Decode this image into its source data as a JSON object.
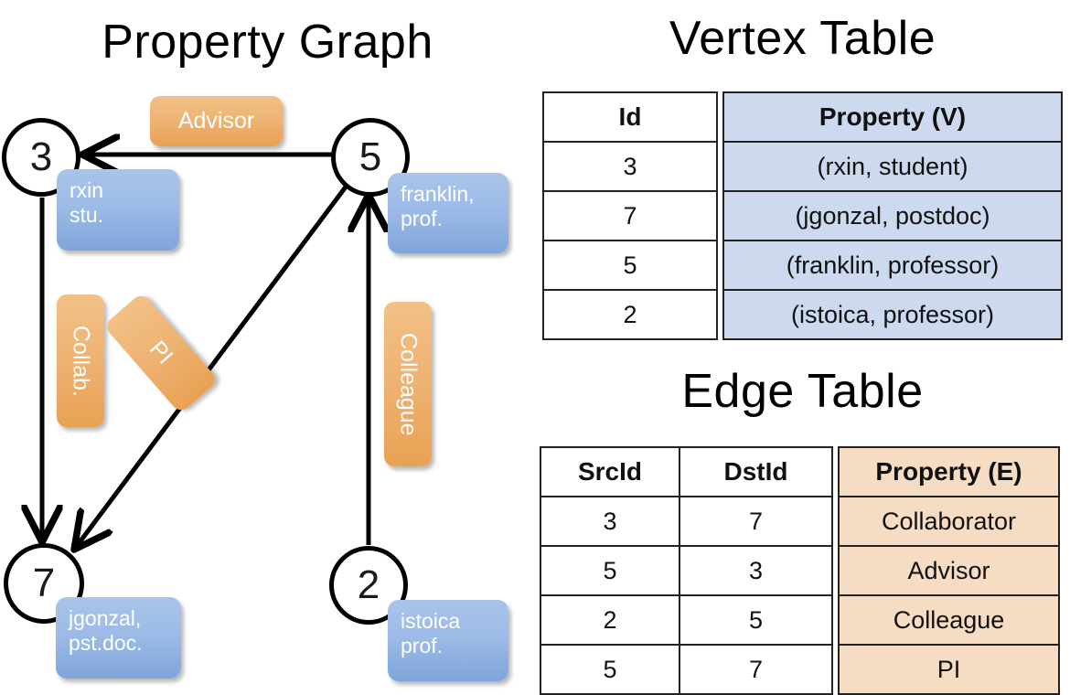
{
  "titles": {
    "property_graph": "Property Graph",
    "vertex_table": "Vertex Table",
    "edge_table": "Edge Table"
  },
  "graph": {
    "nodes": [
      {
        "id": "3",
        "property": "rxin\nstu."
      },
      {
        "id": "5",
        "property": "franklin,\nprof."
      },
      {
        "id": "7",
        "property": "jgonzal,\npst.doc."
      },
      {
        "id": "2",
        "property": "istoica\nprof."
      }
    ],
    "node_labels": {
      "n3": "3",
      "n5": "5",
      "n7": "7",
      "n2": "2"
    },
    "vertex_props": {
      "rxin_l1": "rxin",
      "rxin_l2": "stu.",
      "franklin_l1": "franklin,",
      "franklin_l2": "prof.",
      "jgonzal_l1": "jgonzal,",
      "jgonzal_l2": "pst.doc.",
      "istoica_l1": "istoica",
      "istoica_l2": "prof."
    },
    "edge_labels": {
      "advisor": "Advisor",
      "collab": "Collab.",
      "pi": "PI",
      "colleague": "Colleague"
    },
    "edges": [
      {
        "src": "5",
        "dst": "3",
        "label": "Advisor"
      },
      {
        "src": "3",
        "dst": "7",
        "label": "Collab."
      },
      {
        "src": "5",
        "dst": "7",
        "label": "PI"
      },
      {
        "src": "2",
        "dst": "5",
        "label": "Colleague"
      }
    ]
  },
  "vertex_table": {
    "headers": {
      "id": "Id",
      "property": "Property (V)"
    },
    "rows": [
      {
        "id": "3",
        "property": "(rxin, student)"
      },
      {
        "id": "7",
        "property": "(jgonzal, postdoc)"
      },
      {
        "id": "5",
        "property": "(franklin, professor)"
      },
      {
        "id": "2",
        "property": "(istoica, professor)"
      }
    ]
  },
  "edge_table": {
    "headers": {
      "src": "SrcId",
      "dst": "DstId",
      "property": "Property (E)"
    },
    "rows": [
      {
        "src": "3",
        "dst": "7",
        "property": "Collaborator"
      },
      {
        "src": "5",
        "dst": "3",
        "property": "Advisor"
      },
      {
        "src": "2",
        "dst": "5",
        "property": "Colleague"
      },
      {
        "src": "5",
        "dst": "7",
        "property": "PI"
      }
    ]
  },
  "colors": {
    "vertex_box": "#9dbbe7",
    "edge_box": "#eeb272",
    "vertex_table_fill": "#ccd9ef",
    "edge_table_fill": "#f5dcc2",
    "stroke": "#000000"
  }
}
